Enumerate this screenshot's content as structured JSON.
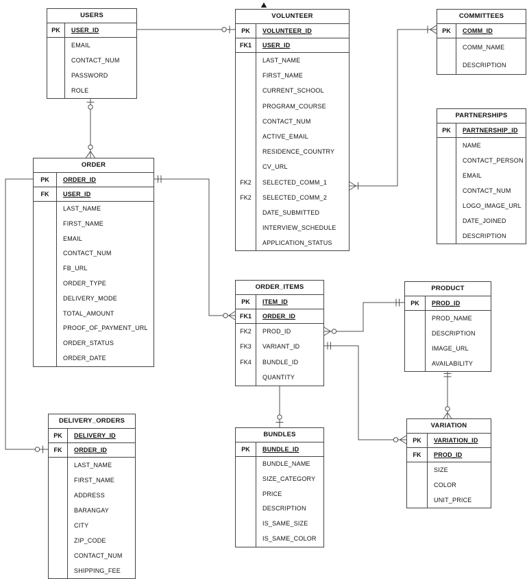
{
  "entities": {
    "users": {
      "name": "USERS",
      "rows": [
        {
          "k": "PK",
          "label": "USER_ID",
          "id": true
        },
        {
          "k": "",
          "label": "EMAIL"
        },
        {
          "k": "",
          "label": "CONTACT_NUM"
        },
        {
          "k": "",
          "label": "PASSWORD"
        },
        {
          "k": "",
          "label": "ROLE"
        }
      ]
    },
    "volunteer": {
      "name": "VOLUNTEER",
      "rows": [
        {
          "k": "PK",
          "label": "VOLUNTEER_ID",
          "id": true
        },
        {
          "k": "FK1",
          "label": "USER_ID",
          "id": true
        },
        {
          "k": "",
          "label": "LAST_NAME"
        },
        {
          "k": "",
          "label": "FIRST_NAME"
        },
        {
          "k": "",
          "label": "CURRENT_SCHOOL"
        },
        {
          "k": "",
          "label": "PROGRAM_COURSE"
        },
        {
          "k": "",
          "label": "CONTACT_NUM"
        },
        {
          "k": "",
          "label": "ACTIVE_EMAIL"
        },
        {
          "k": "",
          "label": "RESIDENCE_COUNTRY"
        },
        {
          "k": "",
          "label": "CV_URL"
        },
        {
          "k": "FK2",
          "label": "SELECTED_COMM_1"
        },
        {
          "k": "FK2",
          "label": "SELECTED_COMM_2"
        },
        {
          "k": "",
          "label": "DATE_SUBMITTED"
        },
        {
          "k": "",
          "label": "INTERVIEW_SCHEDULE"
        },
        {
          "k": "",
          "label": "APPLICATION_STATUS"
        }
      ]
    },
    "committees": {
      "name": "COMMITTEES",
      "rows": [
        {
          "k": "PK",
          "label": "COMM_ID",
          "id": true
        },
        {
          "k": "",
          "label": "COMM_NAME"
        },
        {
          "k": "",
          "label": "DESCRIPTION"
        }
      ]
    },
    "partnerships": {
      "name": "PARTNERSHIPS",
      "rows": [
        {
          "k": "PK",
          "label": "PARTNERSHIP_ID",
          "id": true
        },
        {
          "k": "",
          "label": "NAME"
        },
        {
          "k": "",
          "label": "CONTACT_PERSON"
        },
        {
          "k": "",
          "label": "EMAIL"
        },
        {
          "k": "",
          "label": "CONTACT_NUM"
        },
        {
          "k": "",
          "label": "LOGO_IMAGE_URL"
        },
        {
          "k": "",
          "label": "DATE_JOINED"
        },
        {
          "k": "",
          "label": "DESCRIPTION"
        }
      ]
    },
    "order": {
      "name": "ORDER",
      "rows": [
        {
          "k": "PK",
          "label": "ORDER_ID",
          "id": true
        },
        {
          "k": "FK",
          "label": "USER_ID",
          "id": true
        },
        {
          "k": "",
          "label": "LAST_NAME"
        },
        {
          "k": "",
          "label": "FIRST_NAME"
        },
        {
          "k": "",
          "label": "EMAIL"
        },
        {
          "k": "",
          "label": "CONTACT_NUM"
        },
        {
          "k": "",
          "label": "FB_URL"
        },
        {
          "k": "",
          "label": "ORDER_TYPE"
        },
        {
          "k": "",
          "label": "DELIVERY_MODE"
        },
        {
          "k": "",
          "label": "TOTAL_AMOUNT"
        },
        {
          "k": "",
          "label": "PROOF_OF_PAYMENT_URL"
        },
        {
          "k": "",
          "label": "ORDER_STATUS"
        },
        {
          "k": "",
          "label": "ORDER_DATE"
        }
      ]
    },
    "order_items": {
      "name": "ORDER_ITEMS",
      "rows": [
        {
          "k": "PK",
          "label": "ITEM_ID",
          "id": true
        },
        {
          "k": "FK1",
          "label": "ORDER_ID",
          "id": true
        },
        {
          "k": "FK2",
          "label": "PROD_ID"
        },
        {
          "k": "FK3",
          "label": "VARIANT_ID"
        },
        {
          "k": "FK4",
          "label": "BUNDLE_ID"
        },
        {
          "k": "",
          "label": "QUANTITY"
        }
      ]
    },
    "product": {
      "name": "PRODUCT",
      "rows": [
        {
          "k": "PK",
          "label": "PROD_ID",
          "id": true
        },
        {
          "k": "",
          "label": "PROD_NAME"
        },
        {
          "k": "",
          "label": "DESCRIPTION"
        },
        {
          "k": "",
          "label": "IMAGE_URL"
        },
        {
          "k": "",
          "label": "AVAILABILITY"
        }
      ]
    },
    "delivery_orders": {
      "name": "DELIVERY_ORDERS",
      "rows": [
        {
          "k": "PK",
          "label": "DELIVERY_ID",
          "id": true
        },
        {
          "k": "FK",
          "label": "ORDER_ID",
          "id": true
        },
        {
          "k": "",
          "label": "LAST_NAME"
        },
        {
          "k": "",
          "label": "FIRST_NAME"
        },
        {
          "k": "",
          "label": "ADDRESS"
        },
        {
          "k": "",
          "label": "BARANGAY"
        },
        {
          "k": "",
          "label": "CITY"
        },
        {
          "k": "",
          "label": "ZIP_CODE"
        },
        {
          "k": "",
          "label": "CONTACT_NUM"
        },
        {
          "k": "",
          "label": "SHIPPING_FEE"
        }
      ]
    },
    "bundles": {
      "name": "BUNDLES",
      "rows": [
        {
          "k": "PK",
          "label": "BUNDLE_ID",
          "id": true
        },
        {
          "k": "",
          "label": "BUNDLE_NAME"
        },
        {
          "k": "",
          "label": "SIZE_CATEGORY"
        },
        {
          "k": "",
          "label": "PRICE"
        },
        {
          "k": "",
          "label": "DESCRIPTION"
        },
        {
          "k": "",
          "label": "IS_SAME_SIZE"
        },
        {
          "k": "",
          "label": "IS_SAME_COLOR"
        }
      ]
    },
    "variation": {
      "name": "VARIATION",
      "rows": [
        {
          "k": "PK",
          "label": "VARIATION_ID",
          "id": true
        },
        {
          "k": "FK",
          "label": "PROD_ID",
          "id": true
        },
        {
          "k": "",
          "label": "SIZE"
        },
        {
          "k": "",
          "label": "COLOR"
        },
        {
          "k": "",
          "label": "UNIT_PRICE"
        }
      ]
    }
  },
  "relationships": [
    {
      "from": "USERS",
      "to": "VOLUNTEER",
      "from_card": "one",
      "to_card": "zero-or-one"
    },
    {
      "from": "USERS",
      "to": "ORDER",
      "from_card": "zero-or-one",
      "to_card": "zero-or-many"
    },
    {
      "from": "VOLUNTEER",
      "to": "COMMITTEES",
      "from_card": "one-or-many",
      "to_card": "one-or-many"
    },
    {
      "from": "ORDER",
      "to": "ORDER_ITEMS",
      "from_card": "exactly-one",
      "to_card": "zero-or-many"
    },
    {
      "from": "ORDER",
      "to": "DELIVERY_ORDERS",
      "from_card": "one",
      "to_card": "zero-or-one"
    },
    {
      "from": "ORDER_ITEMS",
      "to": "PRODUCT",
      "from_card": "zero-or-many",
      "to_card": "exactly-one"
    },
    {
      "from": "ORDER_ITEMS",
      "to": "VARIATION",
      "from_card": "exactly-one",
      "to_card": "zero-or-many"
    },
    {
      "from": "ORDER_ITEMS",
      "to": "BUNDLES",
      "from_card": "one",
      "to_card": "zero-or-one"
    },
    {
      "from": "PRODUCT",
      "to": "VARIATION",
      "from_card": "exactly-one",
      "to_card": "zero-or-many"
    }
  ],
  "line_color": "#4c4c4c",
  "border_color": "#424242"
}
